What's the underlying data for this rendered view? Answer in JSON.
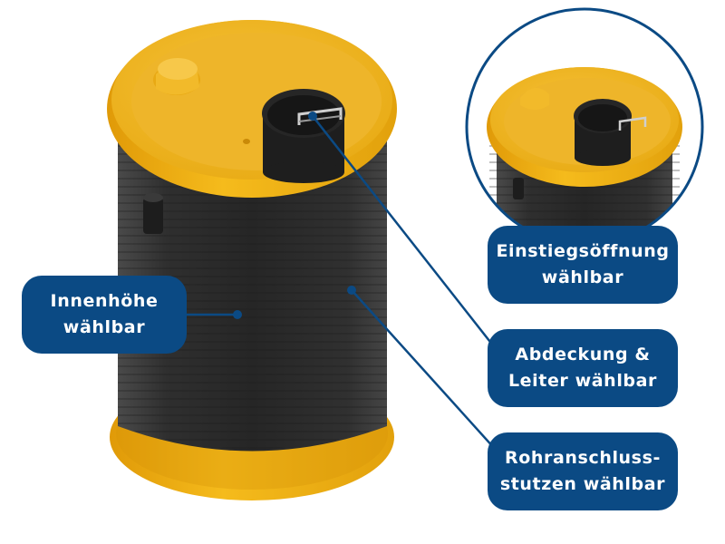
{
  "labels": {
    "inner_height": {
      "line1": "Innenhöhe",
      "line2": "wählbar"
    },
    "entry_opening": {
      "line1": "Einstiegsöffnung",
      "line2": "wählbar"
    },
    "cover_ladder": {
      "line1": "Abdeckung &",
      "line2": "Leiter wählbar"
    },
    "pipe_connection": {
      "line1": "Rohranschluss-",
      "line2": "stutzen wählbar"
    }
  },
  "colors": {
    "label_bg": "#0b4a84",
    "label_text": "#ffffff",
    "tank_yellow": "#f2b313",
    "tank_black": "#2b2b2b"
  }
}
